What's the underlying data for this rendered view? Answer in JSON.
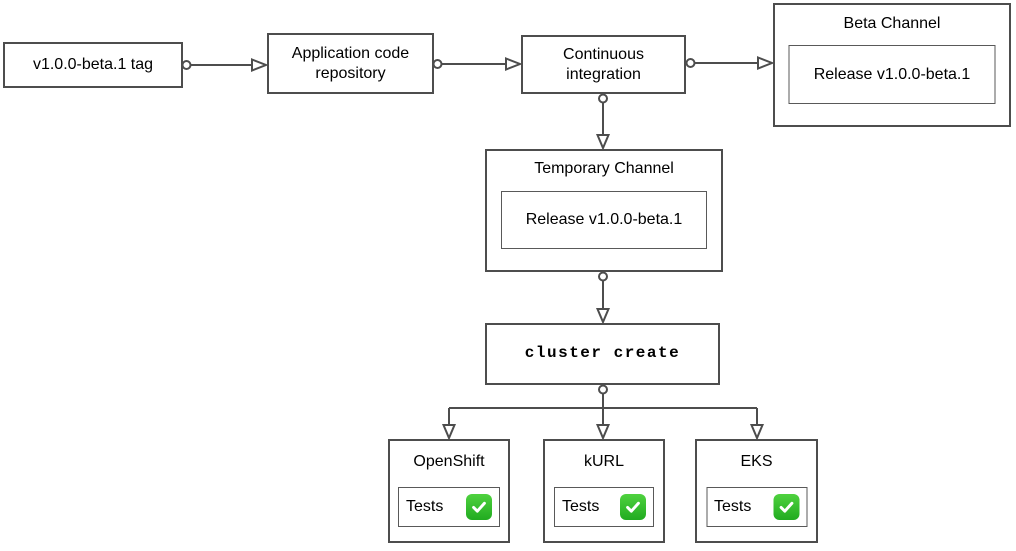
{
  "diagram": {
    "background": "#ffffff",
    "stroke_color": "#4d4d4d",
    "text_color": "#000000",
    "nodes": {
      "tag": {
        "label": "v1.0.0-beta.1 tag"
      },
      "repo": {
        "label": "Application code repository"
      },
      "ci": {
        "label": "Continuous integration"
      },
      "beta_channel": {
        "title": "Beta Channel",
        "release_label": "Release v1.0.0-beta.1"
      },
      "temporary_channel": {
        "title": "Temporary Channel",
        "release_label": "Release v1.0.0-beta.1"
      },
      "cluster_create": {
        "label": "cluster create"
      },
      "openshift": {
        "title": "OpenShift",
        "tests_label": "Tests",
        "status_icon": "check-mark-icon"
      },
      "kurl": {
        "title": "kURL",
        "tests_label": "Tests",
        "status_icon": "check-mark-icon"
      },
      "eks": {
        "title": "EKS",
        "tests_label": "Tests",
        "status_icon": "check-mark-icon"
      }
    },
    "check_icon": {
      "background_green": "#2eb82e",
      "mark_color": "#ffffff"
    },
    "edges": [
      {
        "from": "tag",
        "to": "repo"
      },
      {
        "from": "repo",
        "to": "ci"
      },
      {
        "from": "ci",
        "to": "beta_channel"
      },
      {
        "from": "ci",
        "to": "temporary_channel"
      },
      {
        "from": "temporary_channel",
        "to": "cluster_create"
      },
      {
        "from": "cluster_create",
        "to": "openshift"
      },
      {
        "from": "cluster_create",
        "to": "kurl"
      },
      {
        "from": "cluster_create",
        "to": "eks"
      }
    ]
  }
}
